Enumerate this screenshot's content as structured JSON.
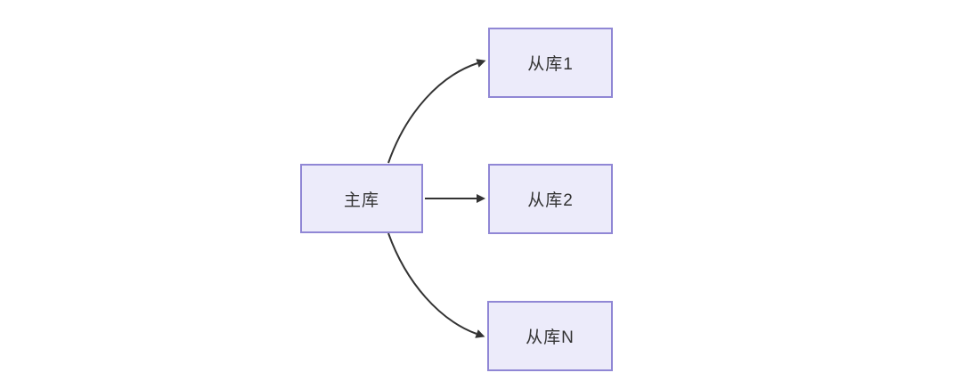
{
  "diagram": {
    "type": "flowchart",
    "description": "database master-slave replication topology",
    "nodes": [
      {
        "id": "master",
        "label": "主库"
      },
      {
        "id": "slave1",
        "label": "从库1"
      },
      {
        "id": "slave2",
        "label": "从库2"
      },
      {
        "id": "slaveN",
        "label": "从库N"
      }
    ],
    "edges": [
      {
        "from": "主库",
        "to": "从库1",
        "style": "curved-up"
      },
      {
        "from": "主库",
        "to": "从库2",
        "style": "straight"
      },
      {
        "from": "主库",
        "to": "从库N",
        "style": "curved-down"
      }
    ],
    "colors": {
      "background": "#ffffff",
      "node_fill": "#ecebfa",
      "node_border": "#9087d5",
      "arrow": "#333333",
      "text": "#333333"
    }
  }
}
